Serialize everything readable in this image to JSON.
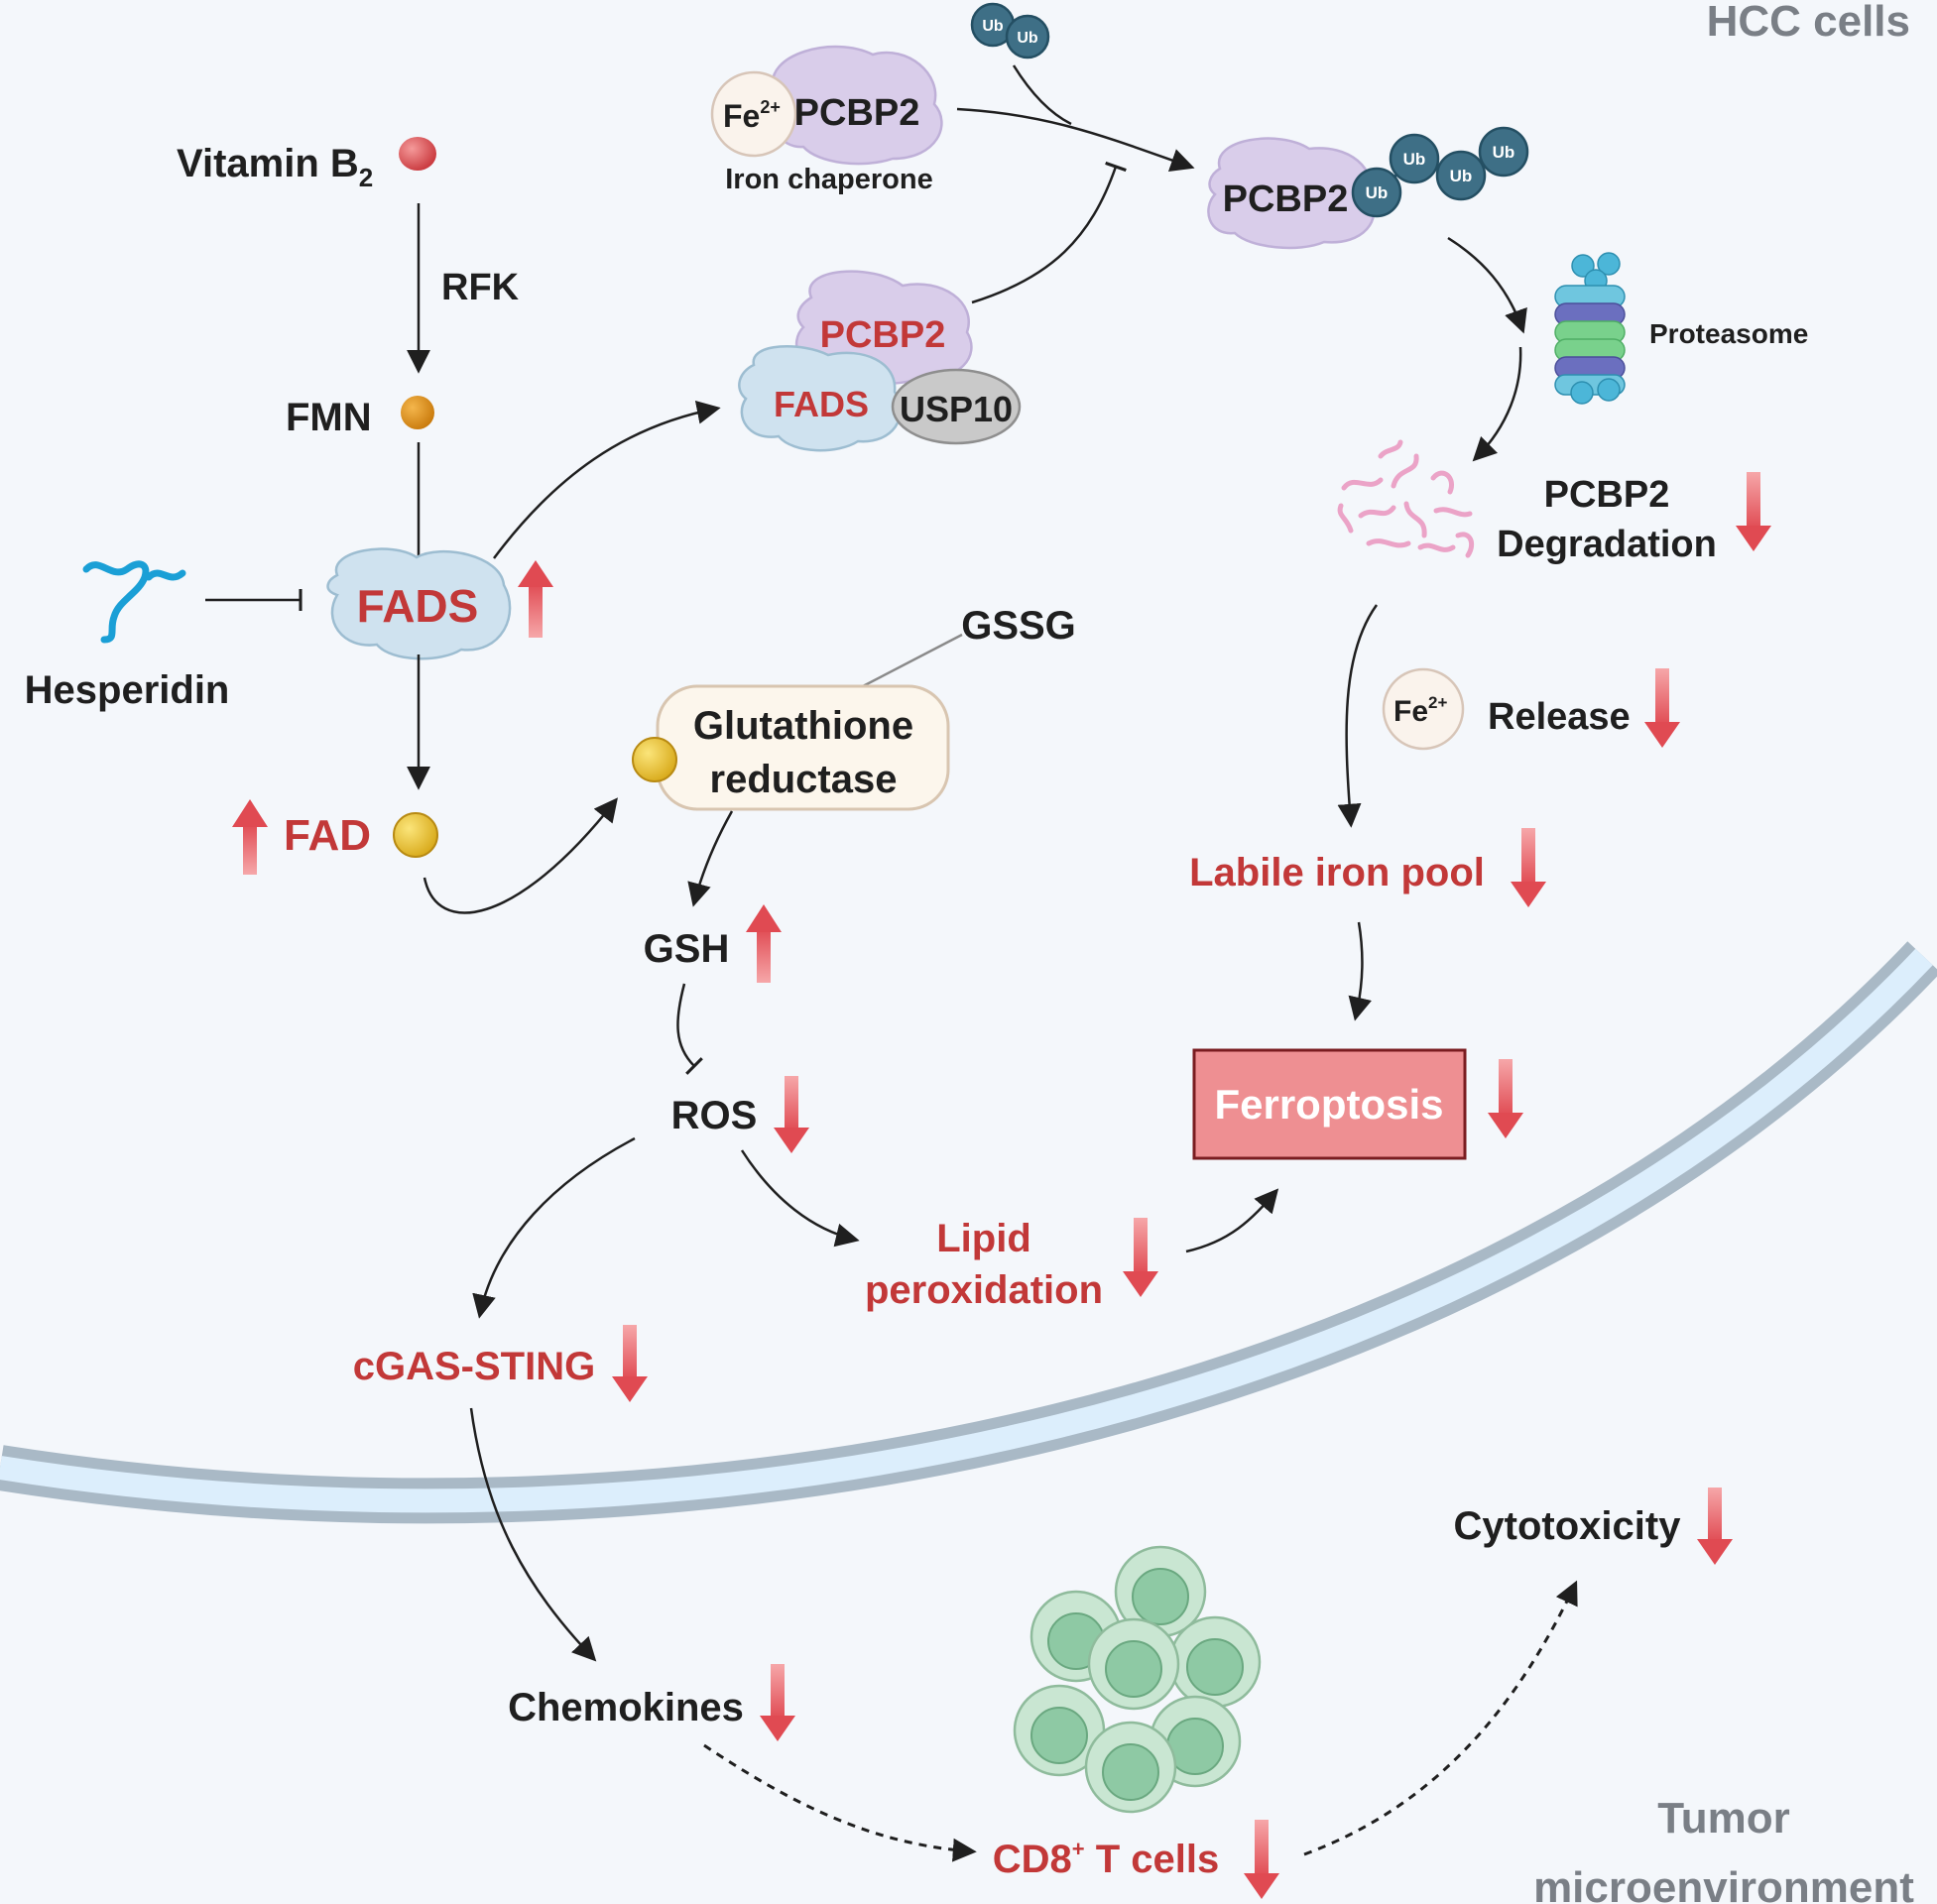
{
  "labels": {
    "hcc_cells": "HCC cells",
    "tumor": "Tumor",
    "microenvironment": "microenvironment",
    "vitamin": "Vitamin B",
    "vitamin_sub": "2",
    "rfk": "RFK",
    "fmn": "FMN",
    "fads": "FADS",
    "hesperidin": "Hesperidin",
    "fad": "FAD",
    "fe": "Fe",
    "fe_sup": "2+",
    "pcbp2": "PCBP2",
    "iron_chaperone": "Iron chaperone",
    "usp10": "USP10",
    "ub": "Ub",
    "proteasome": "Proteasome",
    "pcbp2_degradation_1": "PCBP2",
    "pcbp2_degradation_2": "Degradation",
    "release": "Release",
    "labile_iron_pool": "Labile iron pool",
    "ferroptosis": "Ferroptosis",
    "gssg": "GSSG",
    "glutathione_1": "Glutathione",
    "glutathione_2": "reductase",
    "gsh": "GSH",
    "ros": "ROS",
    "lipid_1": "Lipid",
    "lipid_2": "peroxidation",
    "cgas_sting": "cGAS-STING",
    "chemokines": "Chemokines",
    "cd8": "CD8",
    "cd8_sup": "+",
    "t_cells": " T cells",
    "cytotoxicity": "Cytotoxicity"
  },
  "colors": {
    "background": "#f4f7fb",
    "highlight_red": "#c23838",
    "indicator_arrow": "#e45a60",
    "pcbp2_purple": "#d9cdea",
    "fads_blue": "#cfe2ef",
    "ubiquitin": "#3e6f86",
    "membrane": "#a9b9c6",
    "ferroptosis_box": "#ee8f92",
    "t_cell_green": "#8ec9a4"
  },
  "indicators": {
    "fads": "up",
    "fad": "up",
    "gsh": "up",
    "ros": "down",
    "lipid_peroxidation": "down",
    "cgas_sting": "down",
    "pcbp2_degradation": "down",
    "release": "down",
    "labile_iron_pool": "down",
    "ferroptosis": "down",
    "chemokines": "down",
    "cd8_t_cells": "down",
    "cytotoxicity": "down"
  }
}
